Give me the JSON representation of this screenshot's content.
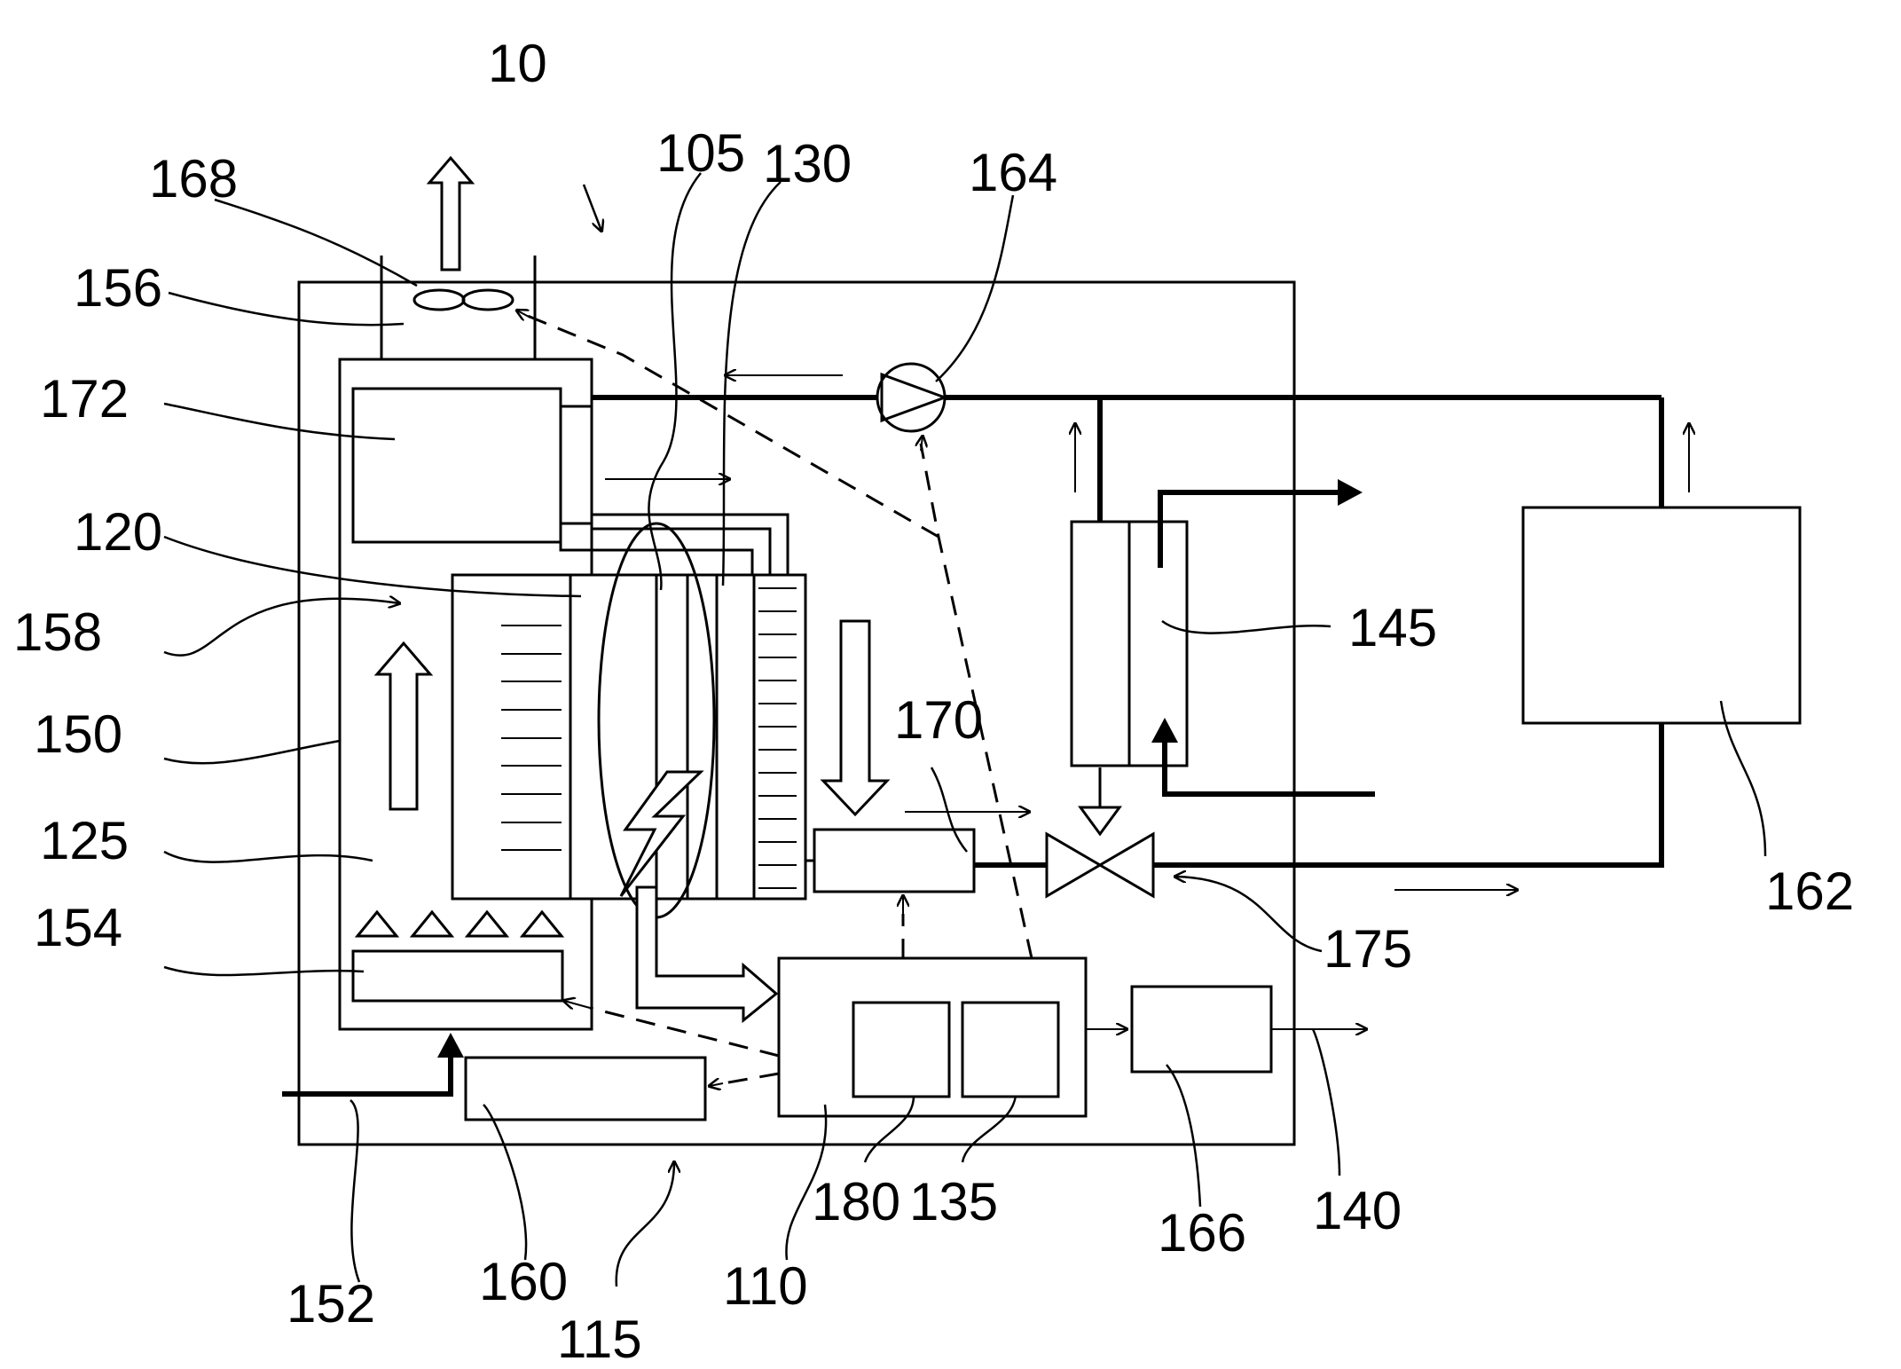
{
  "figure": {
    "labels": {
      "l10": "10",
      "l105": "105",
      "l130": "130",
      "l164": "164",
      "l168": "168",
      "l156": "156",
      "l172": "172",
      "l120": "120",
      "l158": "158",
      "l150": "150",
      "l125": "125",
      "l154": "154",
      "l170": "170",
      "l145": "145",
      "l162": "162",
      "l175": "175",
      "l152": "152",
      "l160": "160",
      "l115": "115",
      "l110": "110",
      "l180": "180",
      "l135": "135",
      "l166": "166",
      "l140": "140"
    }
  }
}
